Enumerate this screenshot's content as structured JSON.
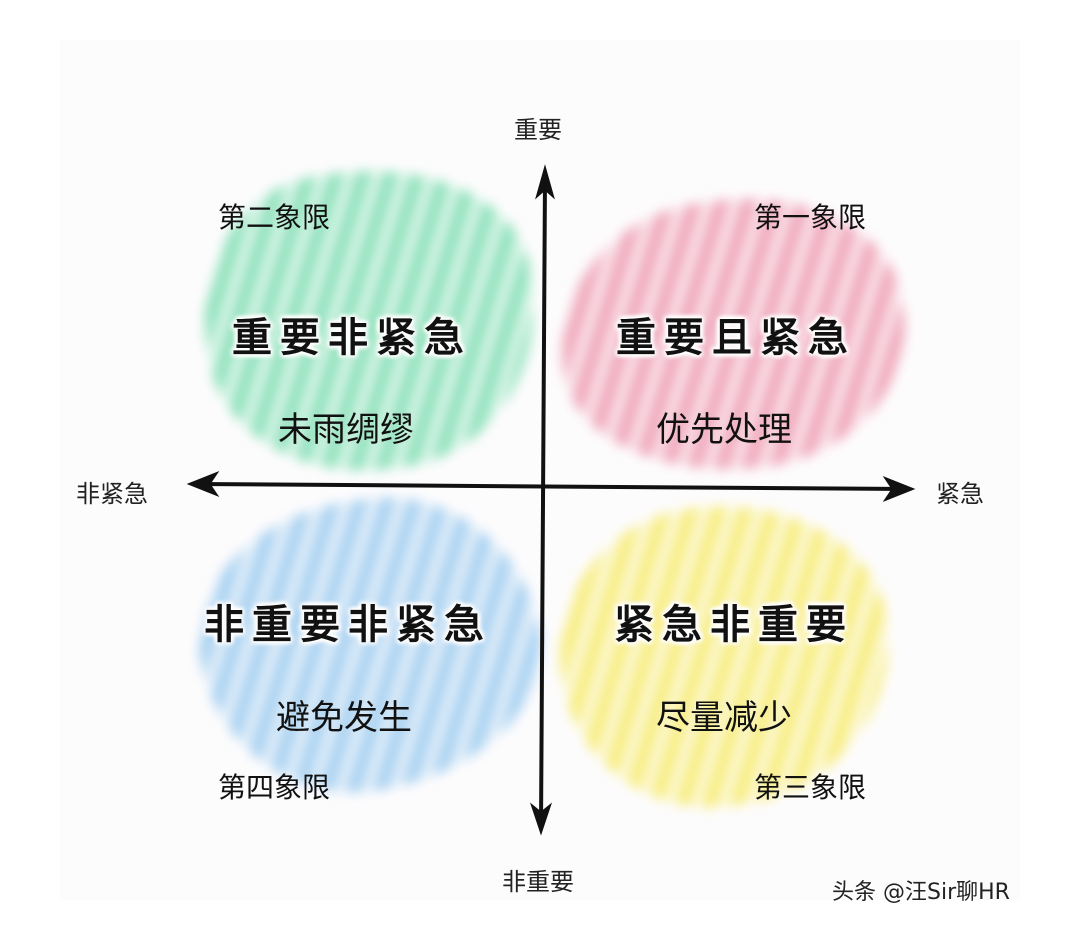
{
  "axes": {
    "top": "重要",
    "bottom": "非重要",
    "left": "非紧急",
    "right": "紧急"
  },
  "quadrants": [
    {
      "id": "q2",
      "number_label": "第二象限",
      "title": "重要非紧急",
      "subtitle": "未雨绸缪",
      "color": "#4fd296"
    },
    {
      "id": "q1",
      "number_label": "第一象限",
      "title": "重要且紧急",
      "subtitle": "优先处理",
      "color": "#e8789a"
    },
    {
      "id": "q4",
      "number_label": "第四象限",
      "title": "非重要非紧急",
      "subtitle": "避免发生",
      "color": "#78b9eb"
    },
    {
      "id": "q3",
      "number_label": "第三象限",
      "title": "紧急非重要",
      "subtitle": "尽量减少",
      "color": "#f5e646"
    }
  ],
  "watermark": "头条 @汪Sir聊HR"
}
